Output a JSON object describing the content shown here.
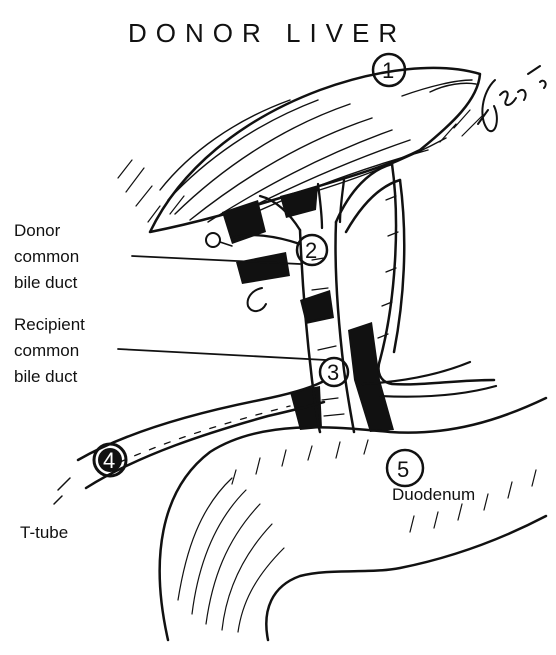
{
  "title": "DONOR LIVER",
  "signature": "Glen",
  "labels": {
    "donor_duct": [
      "Donor",
      "common",
      "bile duct"
    ],
    "recipient_duct": [
      "Recipient",
      "common",
      "bile duct"
    ],
    "t_tube": "T-tube",
    "duodenum": "Duodenum"
  },
  "markers": {
    "liver": "1",
    "anastomosis": "2",
    "recipient_anastomosis": "3",
    "t_tube": "4",
    "duodenum": "5"
  },
  "colors": {
    "ink": "#111111",
    "paper": "#ffffff"
  }
}
